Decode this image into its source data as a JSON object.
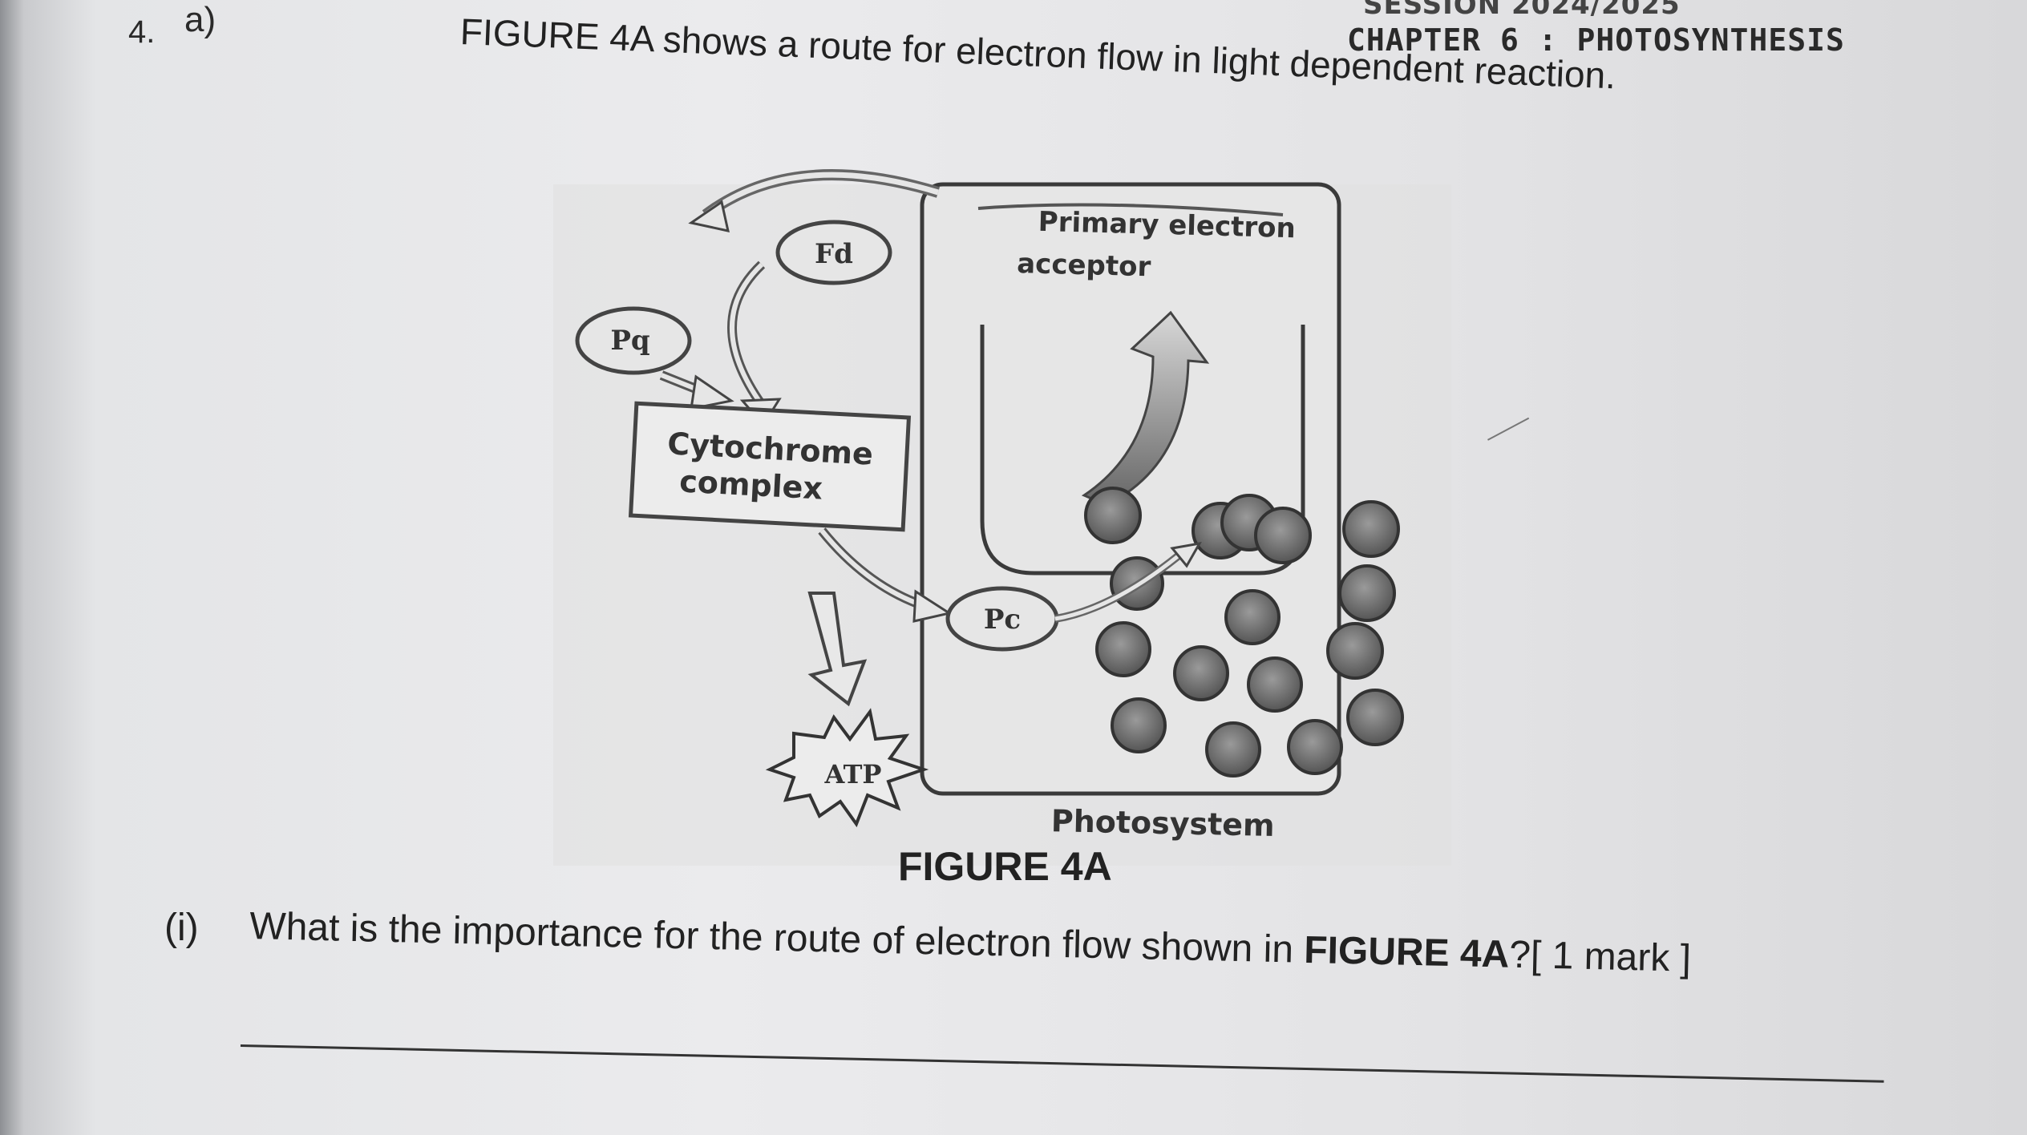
{
  "header": {
    "session": "SESSION 2024/2025",
    "chapter": "CHAPTER 6 : PHOTOSYNTHESIS"
  },
  "question": {
    "number": "4.",
    "part": "a)",
    "intro": "FIGURE 4A shows a route for electron flow in light dependent reaction.",
    "figure_caption": "FIGURE 4A",
    "subquestion_label": "(i)",
    "subquestion_text": "What is the importance for the route of electron flow shown in ",
    "subquestion_bold": "FIGURE 4A",
    "subquestion_mark": "?[ 1 mark ]"
  },
  "diagram": {
    "fd": "Fd",
    "pq": "Pq",
    "cytochrome_line1": "Cytochrome",
    "cytochrome_line2": "complex",
    "pc": "Pc",
    "atp": "ATP",
    "primary_line1": "Primary electron",
    "primary_line2": "acceptor",
    "photosystem": "Photosystem"
  }
}
